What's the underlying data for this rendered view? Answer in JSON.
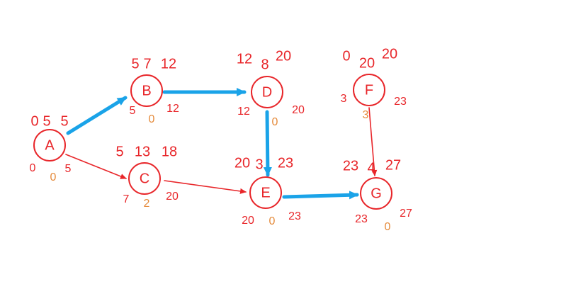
{
  "colors": {
    "node_stroke": "#e8262a",
    "node_text": "#e8262a",
    "number_red": "#e8262a",
    "number_orange": "#e58a3a",
    "edge_normal": "#e8262a",
    "edge_critical": "#1aa3e8",
    "background": "#ffffff"
  },
  "nodes": [
    {
      "id": "A",
      "label": "A",
      "top": [
        "0",
        "5",
        "5"
      ],
      "bottom_left": "0",
      "bottom_mid": "0",
      "bottom_right": "5"
    },
    {
      "id": "B",
      "label": "B",
      "top": [
        "5",
        "7",
        "12"
      ],
      "bottom_left": "5",
      "bottom_mid": "0",
      "bottom_right": "12"
    },
    {
      "id": "C",
      "label": "C",
      "top": [
        "5",
        "13",
        "18"
      ],
      "bottom_left": "7",
      "bottom_mid": "2",
      "bottom_right": "20"
    },
    {
      "id": "D",
      "label": "D",
      "top": [
        "12",
        "8",
        "20"
      ],
      "bottom_left": "12",
      "bottom_mid": "0",
      "bottom_right": "20"
    },
    {
      "id": "E",
      "label": "E",
      "top": [
        "20",
        "3",
        "23"
      ],
      "bottom_left": "20",
      "bottom_mid": "0",
      "bottom_right": "23"
    },
    {
      "id": "F",
      "label": "F",
      "top": [
        "0",
        "20",
        "20"
      ],
      "bottom_left": "3",
      "bottom_mid": "3",
      "bottom_right": "23"
    },
    {
      "id": "G",
      "label": "G",
      "top": [
        "23",
        "4",
        "27"
      ],
      "bottom_left": "23",
      "bottom_mid": "0",
      "bottom_right": "27"
    }
  ],
  "edges": [
    {
      "from": "A",
      "to": "B",
      "critical": true
    },
    {
      "from": "A",
      "to": "C",
      "critical": false
    },
    {
      "from": "B",
      "to": "D",
      "critical": true
    },
    {
      "from": "C",
      "to": "E",
      "critical": false
    },
    {
      "from": "D",
      "to": "E",
      "critical": true
    },
    {
      "from": "E",
      "to": "G",
      "critical": true
    },
    {
      "from": "F",
      "to": "G",
      "critical": false
    }
  ]
}
